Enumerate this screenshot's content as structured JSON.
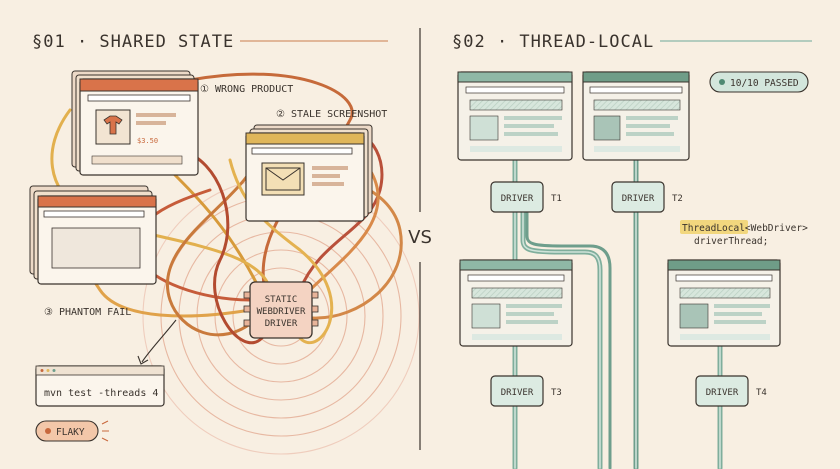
{
  "left_panel": {
    "section_title": "§01 · SHARED STATE",
    "annotations": {
      "wrong_product": "① WRONG PRODUCT",
      "stale_screenshot": "② STALE SCREENSHOT",
      "phantom_fail": "③ PHANTOM FAIL"
    },
    "price_label": "$3.50",
    "static_driver_lines": [
      "STATIC",
      "WEBDRIVER",
      "DRIVER"
    ],
    "terminal_command": "mvn test -threads 4",
    "status_badge": "FLAKY"
  },
  "divider_label": "VS",
  "right_panel": {
    "section_title": "§02 · THREAD-LOCAL",
    "status_badge": "10/10 PASSED",
    "code_highlight": "ThreadLocal",
    "code_generic": "<WebDriver>",
    "code_variable": "driverThread;",
    "drivers": [
      {
        "label": "DRIVER",
        "thread": "T1"
      },
      {
        "label": "DRIVER",
        "thread": "T2"
      },
      {
        "label": "DRIVER",
        "thread": "T3"
      },
      {
        "label": "DRIVER",
        "thread": "T4"
      }
    ]
  },
  "colors": {
    "background": "#f8efe2",
    "ink": "#3a332d",
    "shared_accent": "#c8683c",
    "teal_accent": "#6e9e8c",
    "code_highlight": "#f2d77e"
  }
}
